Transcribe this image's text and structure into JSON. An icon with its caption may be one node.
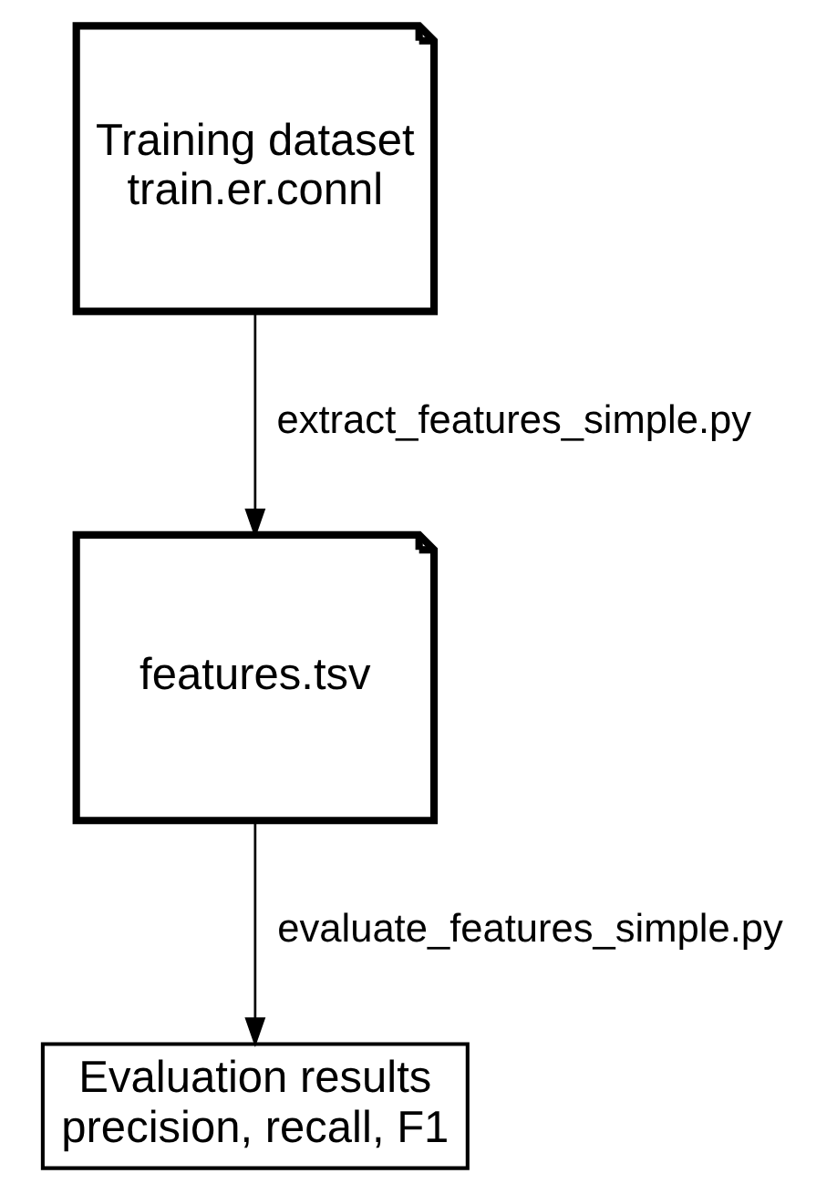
{
  "diagram": {
    "nodes": [
      {
        "text": [
          "Training dataset",
          "train.er.connl"
        ]
      },
      {
        "text": [
          "features.tsv"
        ]
      },
      {
        "text": [
          "Evaluation results",
          "precision, recall, F1"
        ]
      }
    ],
    "edges": [
      {
        "from": 0,
        "to": 1,
        "arrow": "to",
        "label": "extract_features_simple.py"
      },
      {
        "from": 1,
        "to": 2,
        "arrow": "to",
        "label": "evaluate_features_simple.py"
      }
    ]
  }
}
